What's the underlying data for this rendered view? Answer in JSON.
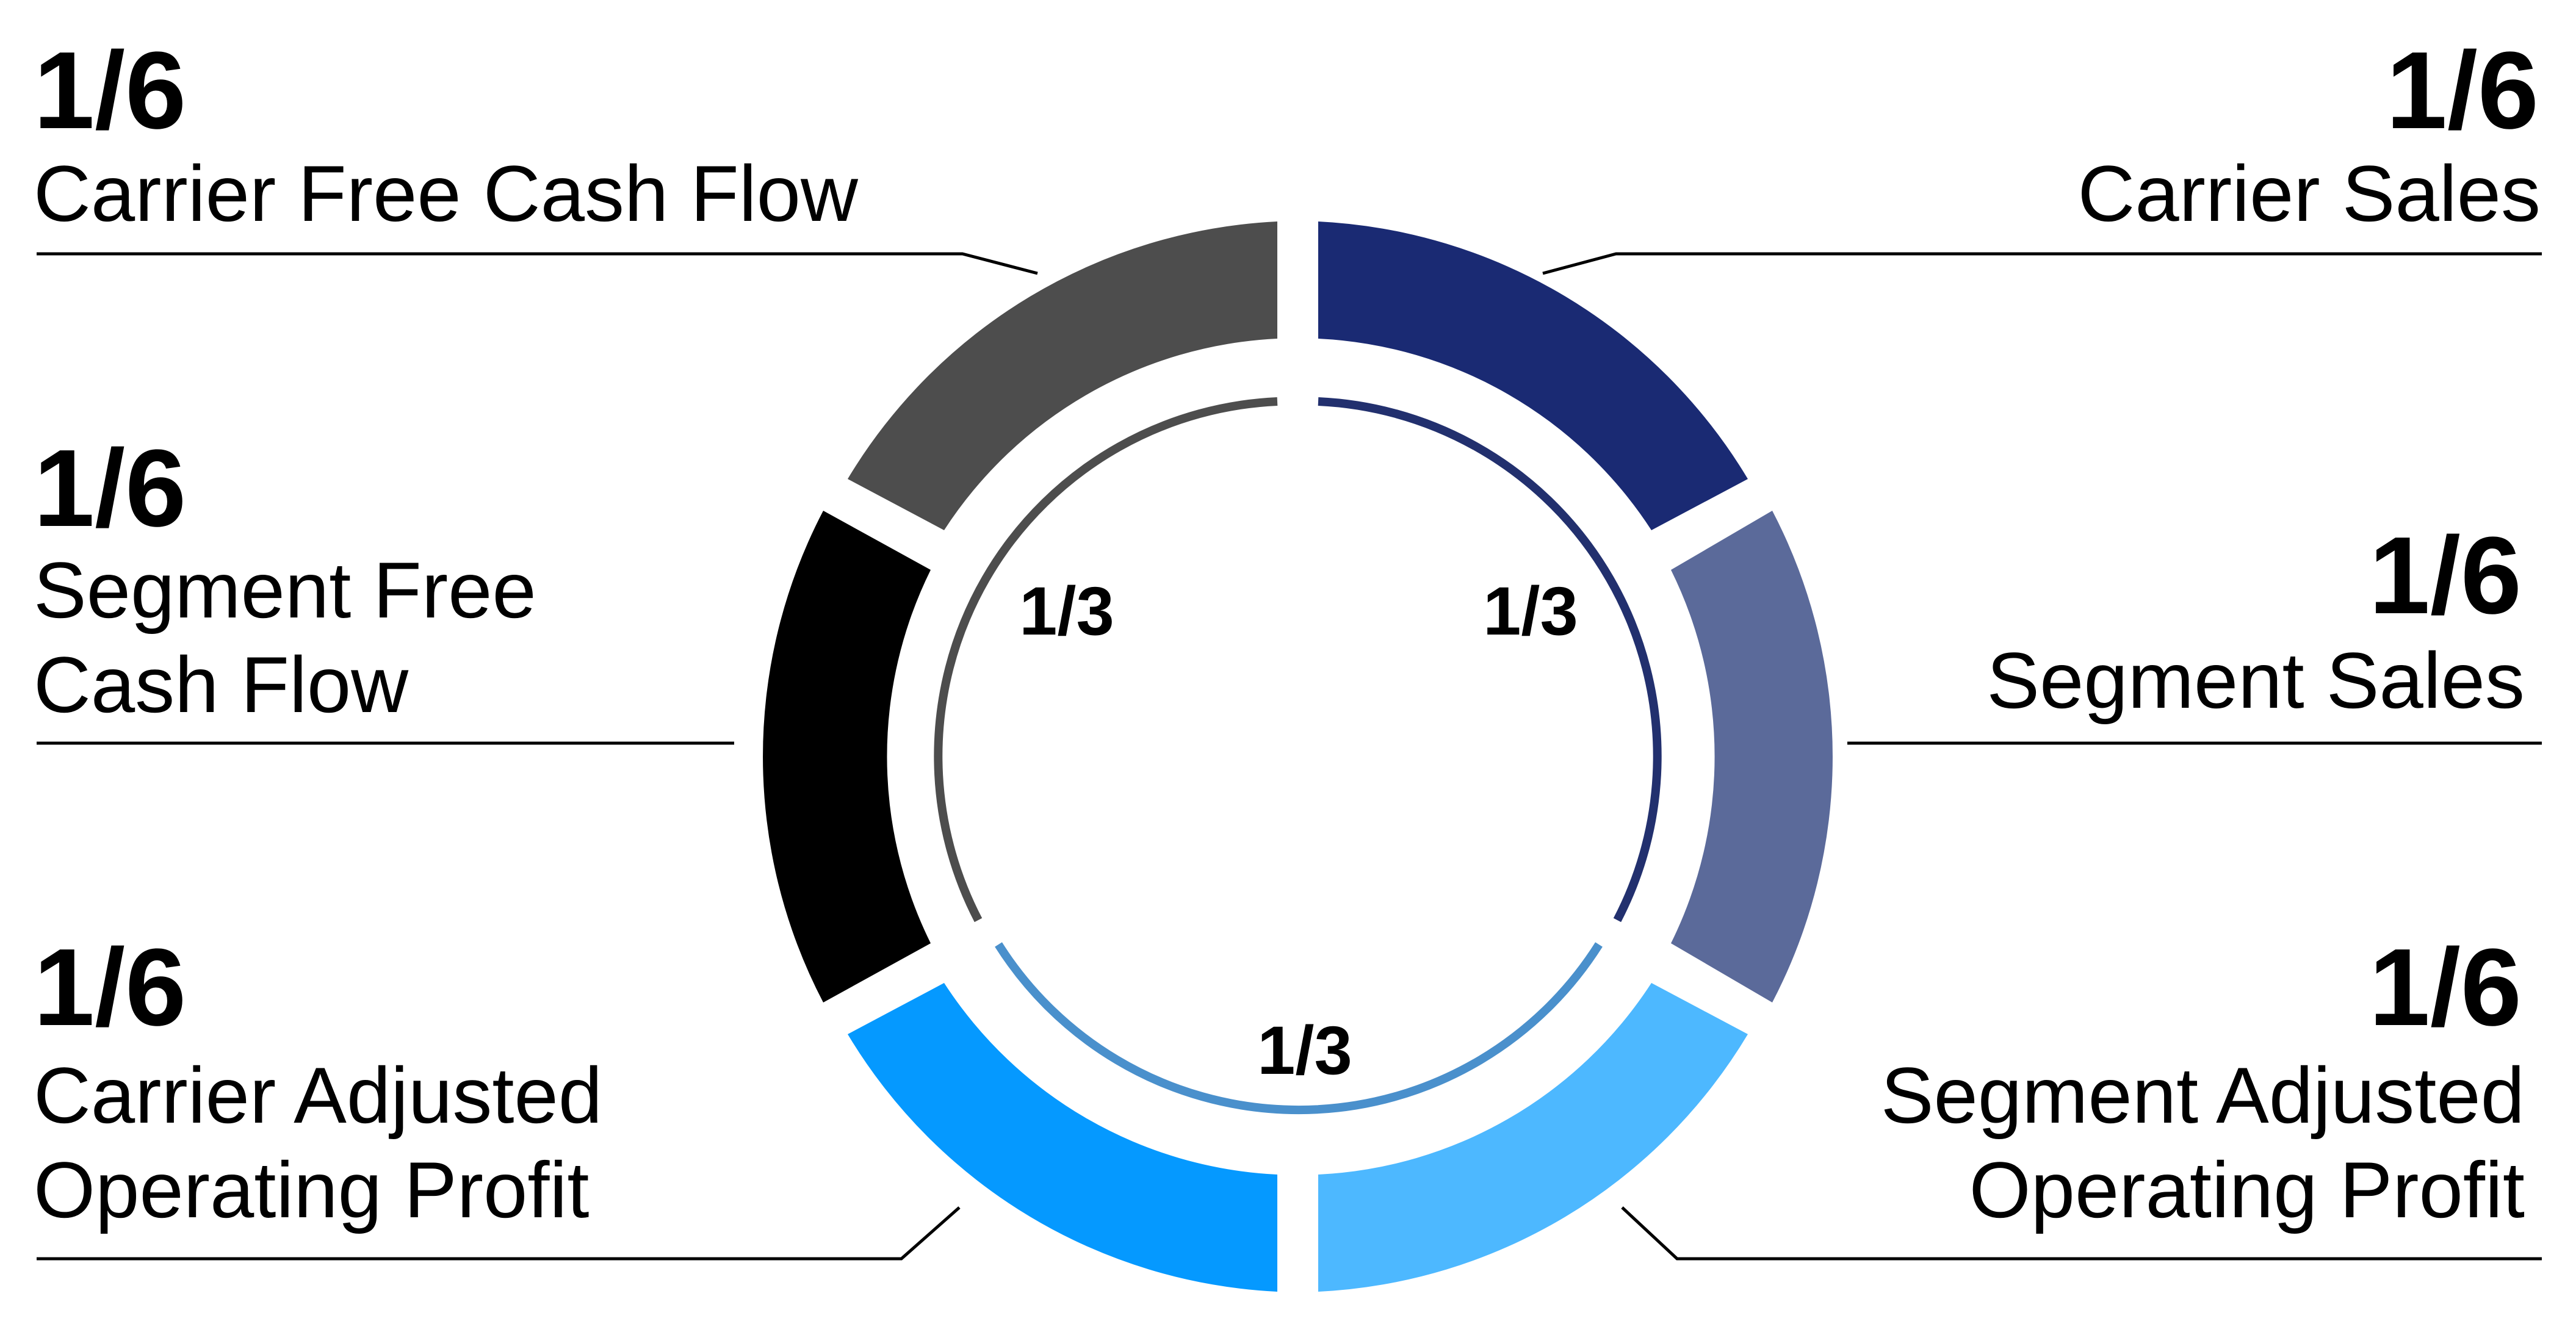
{
  "segments": [
    {
      "id": "carrier-sales",
      "fraction": "1/6",
      "label_lines": [
        "Carrier Sales"
      ],
      "color": "#1a2a73"
    },
    {
      "id": "segment-sales",
      "fraction": "1/6",
      "label_lines": [
        "Segment Sales"
      ],
      "color": "#5b6a9a"
    },
    {
      "id": "segment-adjusted-operating-profit",
      "fraction": "1/6",
      "label_lines": [
        "Segment Adjusted",
        "Operating Profit"
      ],
      "color": "#4db8ff"
    },
    {
      "id": "carrier-adjusted-operating-profit",
      "fraction": "1/6",
      "label_lines": [
        "Carrier Adjusted",
        "Operating Profit"
      ],
      "color": "#0599ff"
    },
    {
      "id": "segment-free-cash-flow",
      "fraction": "1/6",
      "label_lines": [
        "Segment Free",
        "Cash Flow"
      ],
      "color": "#000000"
    },
    {
      "id": "carrier-free-cash-flow",
      "fraction": "1/6",
      "label_lines": [
        "Carrier Free Cash Flow"
      ],
      "color": "#4d4d4d"
    }
  ],
  "groups": [
    {
      "id": "sales",
      "fraction": "1/3",
      "color": "#22306e"
    },
    {
      "id": "adjusted-operating-profit",
      "fraction": "1/3",
      "color": "#4a90cc"
    },
    {
      "id": "free-cash-flow",
      "fraction": "1/3",
      "color": "#4d4d4d"
    }
  ]
}
